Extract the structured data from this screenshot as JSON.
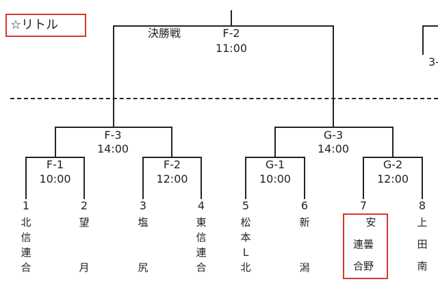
{
  "title": "☆リトル",
  "final": {
    "label": "決勝戦",
    "code": "F-2",
    "time": "11:00"
  },
  "right_partial": "3-",
  "matches": [
    {
      "code": "F-3",
      "time": "14:00"
    },
    {
      "code": "G-3",
      "time": "14:00"
    },
    {
      "code": "F-1",
      "time": "10:00"
    },
    {
      "code": "F-2",
      "time": "12:00"
    },
    {
      "code": "G-1",
      "time": "10:00"
    },
    {
      "code": "G-2",
      "time": "12:00"
    }
  ],
  "teams": [
    {
      "no": "1",
      "lines": [
        "北",
        "信",
        "連",
        "合"
      ]
    },
    {
      "no": "2",
      "lines": [
        "望",
        "",
        "",
        "月"
      ]
    },
    {
      "no": "3",
      "lines": [
        "塩",
        "",
        "",
        "尻"
      ]
    },
    {
      "no": "4",
      "lines": [
        "東",
        "信",
        "連",
        "合"
      ]
    },
    {
      "no": "5",
      "lines": [
        "松",
        "本",
        "L",
        "北"
      ]
    },
    {
      "no": "6",
      "lines": [
        "新",
        "",
        "",
        "潟"
      ]
    },
    {
      "no": "7",
      "lines": [
        "安",
        "連曇",
        "合野"
      ]
    },
    {
      "no": "8",
      "lines": [
        "上",
        "田",
        "南"
      ]
    }
  ],
  "highlight_color": "#d9362b"
}
